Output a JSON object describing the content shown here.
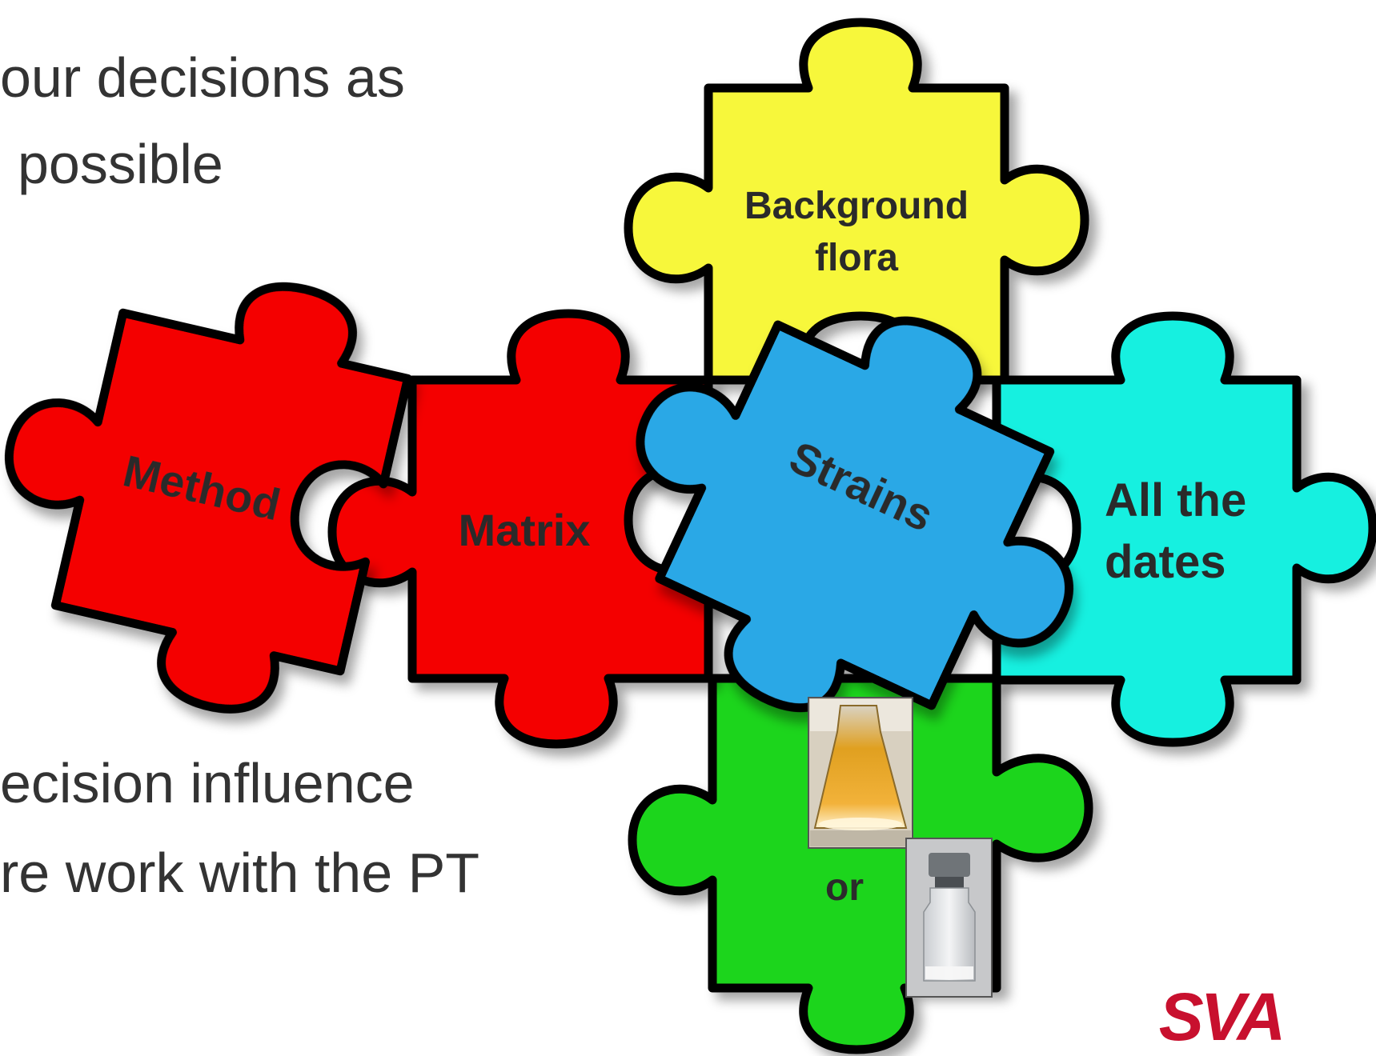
{
  "slide": {
    "text_top": [
      "our decisions as",
      "possible"
    ],
    "text_bottom": [
      "ecision influence",
      "re work with the PT"
    ]
  },
  "pieces": {
    "background_flora": {
      "line1": "Background",
      "line2": "flora",
      "color": "#F7F73A"
    },
    "method": {
      "label": "Method",
      "color": "#F40000"
    },
    "matrix": {
      "label": "Matrix",
      "color": "#F40000"
    },
    "strains": {
      "label": "Strains",
      "color": "#2BA8E6"
    },
    "all_the_dates": {
      "line1": "All the",
      "line2": "dates",
      "color": "#12F0E0"
    },
    "format": {
      "label": "or",
      "color": "#1ED51E"
    }
  },
  "logo": {
    "text": "SVA",
    "color": "#C8102E"
  }
}
